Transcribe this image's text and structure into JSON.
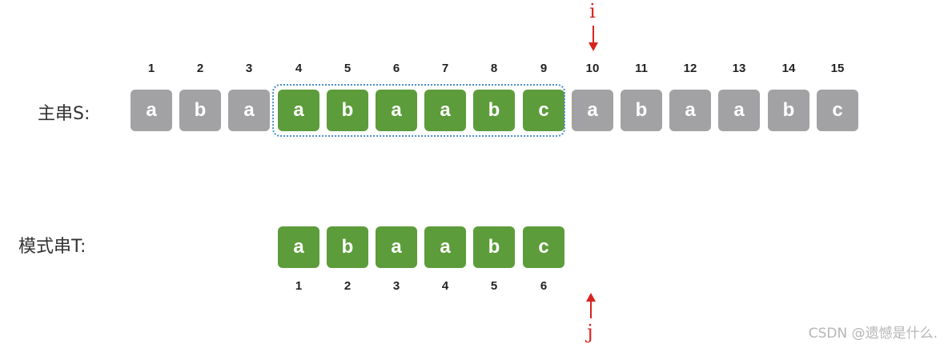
{
  "main_string": {
    "label": "主串S:",
    "indices": [
      "1",
      "2",
      "3",
      "4",
      "5",
      "6",
      "7",
      "8",
      "9",
      "10",
      "11",
      "12",
      "13",
      "14",
      "15"
    ],
    "chars": [
      "a",
      "b",
      "a",
      "a",
      "b",
      "a",
      "a",
      "b",
      "c",
      "a",
      "b",
      "a",
      "a",
      "b",
      "c"
    ],
    "highlighted_positions": [
      4,
      5,
      6,
      7,
      8,
      9
    ]
  },
  "pattern_string": {
    "label": "模式串T:",
    "indices": [
      "1",
      "2",
      "3",
      "4",
      "5",
      "6"
    ],
    "chars": [
      "a",
      "b",
      "a",
      "a",
      "b",
      "c"
    ]
  },
  "pointers": {
    "i": {
      "label": "i",
      "points_at_main_index": 10
    },
    "j": {
      "label": "j",
      "points_at_pattern_index": 7
    }
  },
  "colors": {
    "unmatched_cell": "#a2a2a4",
    "matched_cell": "#5c9c3a",
    "match_outline": "#4a8fc9",
    "pointer": "#d8231f"
  },
  "watermark": "CSDN @遗憾是什么."
}
